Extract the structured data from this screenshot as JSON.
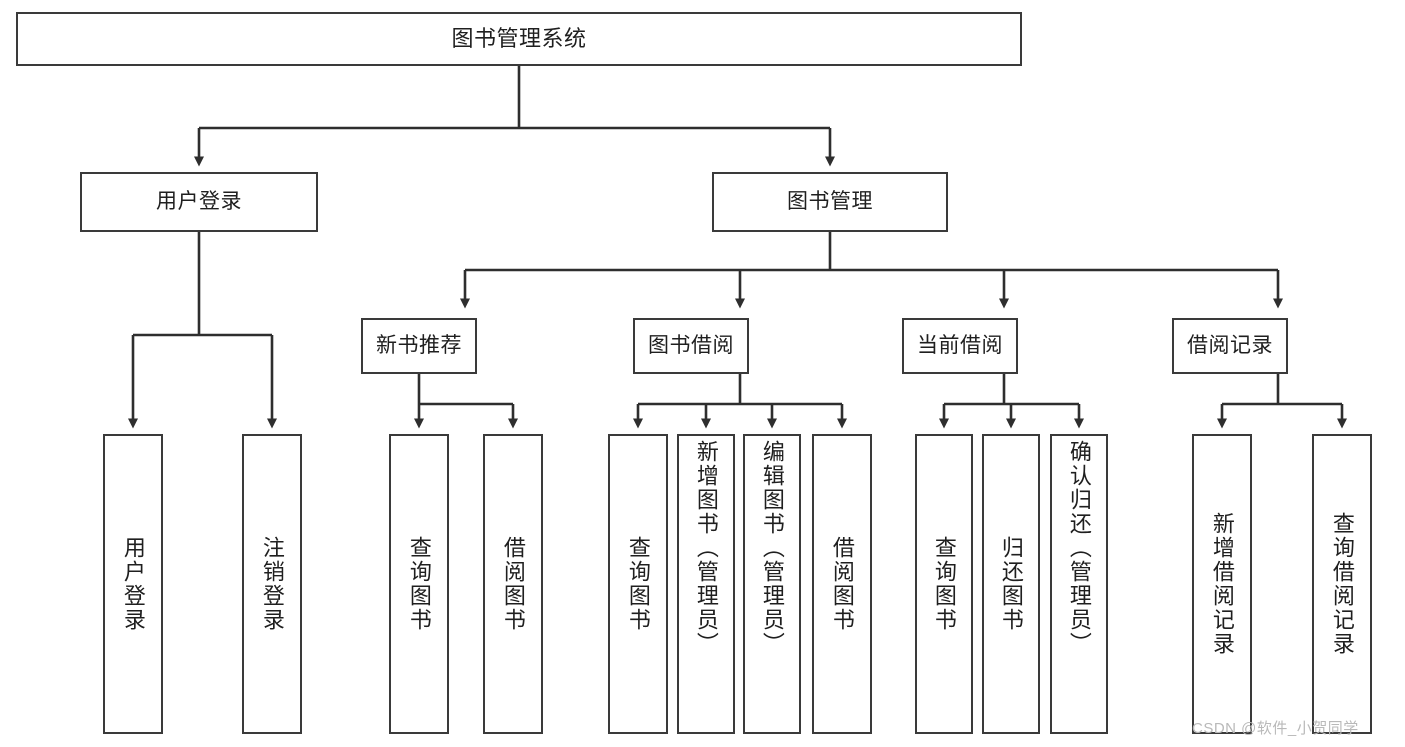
{
  "diagram": {
    "type": "tree",
    "title": "图书管理系统",
    "orientation": "top-down",
    "line_color": "#3a3a3a",
    "box_fill": "#ffffff",
    "root": {
      "id": "root",
      "label": "图书管理系统"
    },
    "level2": [
      {
        "id": "user-login",
        "label": "用户登录"
      },
      {
        "id": "book-manage",
        "label": "图书管理"
      }
    ],
    "level3": [
      {
        "id": "new-book-rec",
        "label": "新书推荐"
      },
      {
        "id": "book-borrow",
        "label": "图书借阅"
      },
      {
        "id": "current-borrow",
        "label": "当前借阅"
      },
      {
        "id": "borrow-record",
        "label": "借阅记录"
      }
    ],
    "leaves": {
      "user_login": [
        {
          "id": "leaf-user-login",
          "label": "用户登录"
        },
        {
          "id": "leaf-logout",
          "label": "注销登录"
        }
      ],
      "new_book_rec": [
        {
          "id": "leaf-query-book-1",
          "label": "查询图书"
        },
        {
          "id": "leaf-borrow-book-1",
          "label": "借阅图书"
        }
      ],
      "book_borrow": [
        {
          "id": "leaf-query-book-2",
          "label": "查询图书"
        },
        {
          "id": "leaf-add-book",
          "label": "新增图书（管理员）"
        },
        {
          "id": "leaf-edit-book",
          "label": "编辑图书（管理员）"
        },
        {
          "id": "leaf-borrow-book-2",
          "label": "借阅图书"
        }
      ],
      "current_borrow": [
        {
          "id": "leaf-query-book-3",
          "label": "查询图书"
        },
        {
          "id": "leaf-return-book",
          "label": "归还图书"
        },
        {
          "id": "leaf-confirm-return",
          "label": "确认归还（管理员）"
        }
      ],
      "borrow_record": [
        {
          "id": "leaf-add-record",
          "label": "新增借阅记录"
        },
        {
          "id": "leaf-query-record",
          "label": "查询借阅记录"
        }
      ]
    }
  },
  "watermark": {
    "text": "CSDN @软件_小贺同学"
  }
}
